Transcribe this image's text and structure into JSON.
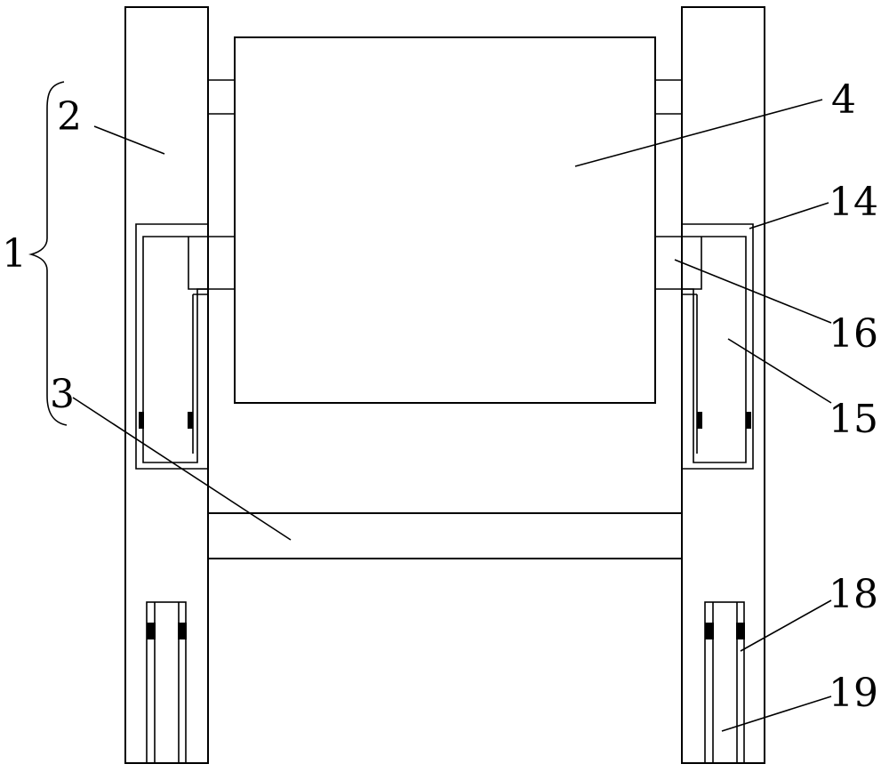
{
  "labels": {
    "l1": "1",
    "l2": "2",
    "l3": "3",
    "l4": "4",
    "l14": "14",
    "l15": "15",
    "l16": "16",
    "l18": "18",
    "l19": "19"
  },
  "colors": {
    "line": "#000000",
    "background": "#ffffff"
  }
}
